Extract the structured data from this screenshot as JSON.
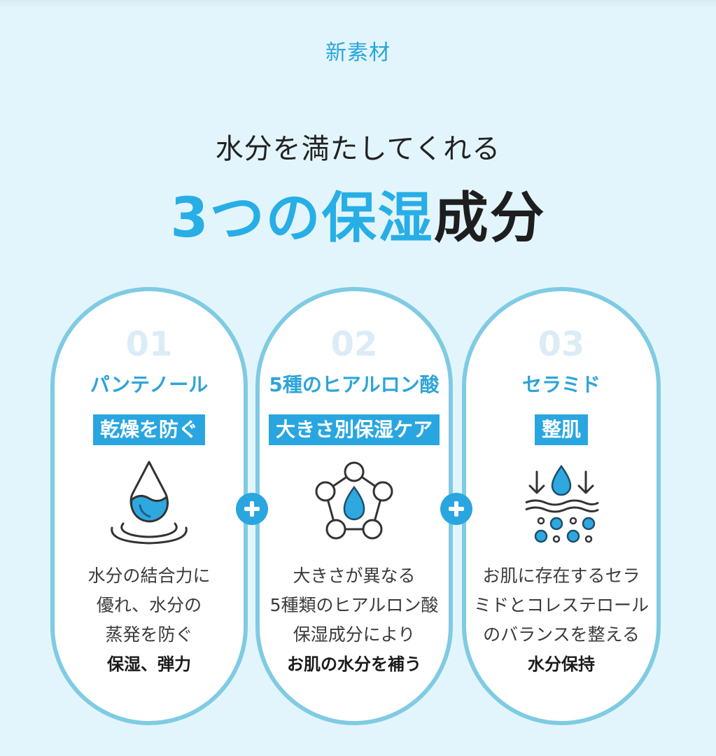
{
  "header": {
    "eyebrow": "新素材",
    "subtitle": "水分を満たしてくれる",
    "headline_blue": "3つの保湿",
    "headline_dark": "成分"
  },
  "colors": {
    "background": "#e3f5fc",
    "accent_blue": "#27aee6",
    "card_border": "#7fcbe3",
    "badge_bg": "#29a6e0",
    "number_faint": "#dcecf6",
    "text_dark": "#1e1e1e"
  },
  "cards": [
    {
      "number": "01",
      "name": "パンテノール",
      "badge": "乾燥を防ぐ",
      "icon": "water-drop-ripple-icon",
      "desc_lines": [
        "水分の結合力に",
        "優れ、水分の",
        "蒸発を防ぐ"
      ],
      "desc_bold": "保湿、弾力"
    },
    {
      "number": "02",
      "name": "5種のヒアルロン酸",
      "badge": "大きさ別保湿ケア",
      "icon": "molecule-drop-icon",
      "desc_lines": [
        "大きさが異なる",
        "5種類のヒアルロン酸",
        "保湿成分により"
      ],
      "desc_bold": "お肌の水分を補う"
    },
    {
      "number": "03",
      "name": "セラミド",
      "badge": "整肌",
      "icon": "skin-layer-drop-icon",
      "desc_lines": [
        "お肌に存在するセラ",
        "ミドとコレステロール",
        "のバランスを整える"
      ],
      "desc_bold": "水分保持"
    }
  ],
  "connectors": [
    {
      "icon": "plus-icon"
    },
    {
      "icon": "plus-icon"
    }
  ]
}
